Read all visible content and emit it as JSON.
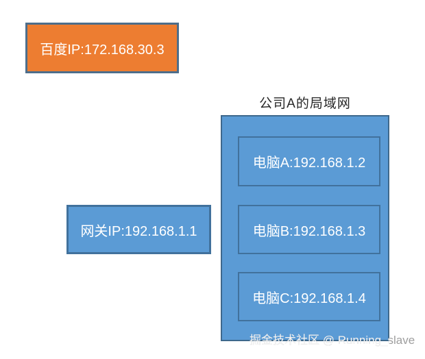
{
  "diagram": {
    "baidu_box": {
      "label": "百度IP:172.168.30.3"
    },
    "lan": {
      "title": "公司A的局域网",
      "computers": [
        {
          "label": "电脑A:192.168.1.2"
        },
        {
          "label": "电脑B:192.168.1.3"
        },
        {
          "label": "电脑C:192.168.1.4"
        }
      ]
    },
    "gateway_box": {
      "label": "网关IP:192.168.1.1"
    },
    "watermark": {
      "text": "掘金技术社区 @ Running_slave"
    }
  },
  "colors": {
    "baidu_fill": "#ED7D31",
    "baidu_border": "#4d6e8b",
    "lan_fill": "#5B9BD5",
    "lan_border": "#41719C",
    "text_on_boxes": "#ffffff",
    "title_text": "#262626",
    "watermark_gray": "#9e9e9e"
  }
}
